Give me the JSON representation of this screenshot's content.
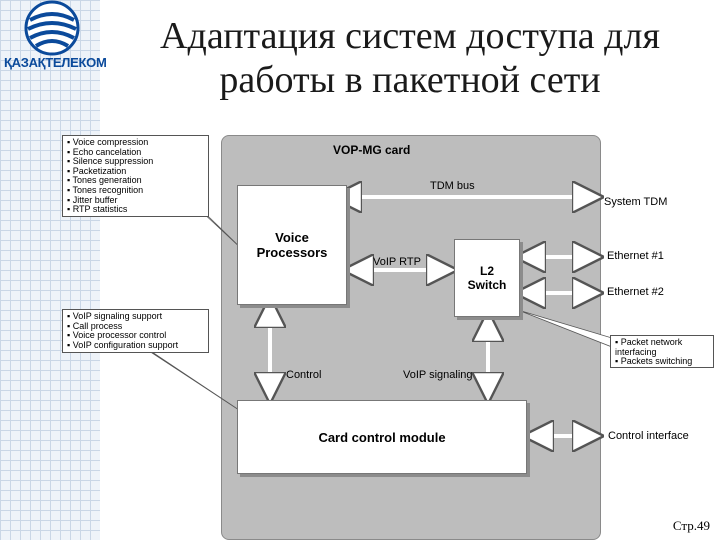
{
  "header": {
    "logo_text": "ҚАЗАҚТЕЛЕКОМ",
    "title_line1": "Адаптация систем доступа для",
    "title_line2": "работы в пакетной сети"
  },
  "diagram": {
    "card_title": "VOP-MG card",
    "voice_processors": "Voice Processors",
    "l2_switch": "L2 Switch",
    "card_control": "Card control module",
    "labels": {
      "tdm_bus": "TDM bus",
      "voip_rtp": "VoIP RTP",
      "control": "Control",
      "voip_signaling": "VoIP signaling"
    },
    "external": {
      "system_tdm": "System TDM",
      "ethernet1": "Ethernet #1",
      "ethernet2": "Ethernet #2",
      "control_interface": "Control interface"
    },
    "callout_top": [
      "▪ Voice compression",
      "▪ Echo cancelation",
      "▪ Silence suppression",
      "▪ Packetization",
      "▪ Tones generation",
      "▪ Tones recognition",
      "▪ Jitter buffer",
      "▪ RTP statistics"
    ],
    "callout_left": [
      "▪ VoIP signaling support",
      "▪ Call process",
      "▪ Voice processor control",
      "▪ VoIP configuration support"
    ],
    "callout_right": [
      "▪ Packet network interfacing",
      "▪ Packets switching"
    ]
  },
  "footer": {
    "page": "Стр.49"
  }
}
